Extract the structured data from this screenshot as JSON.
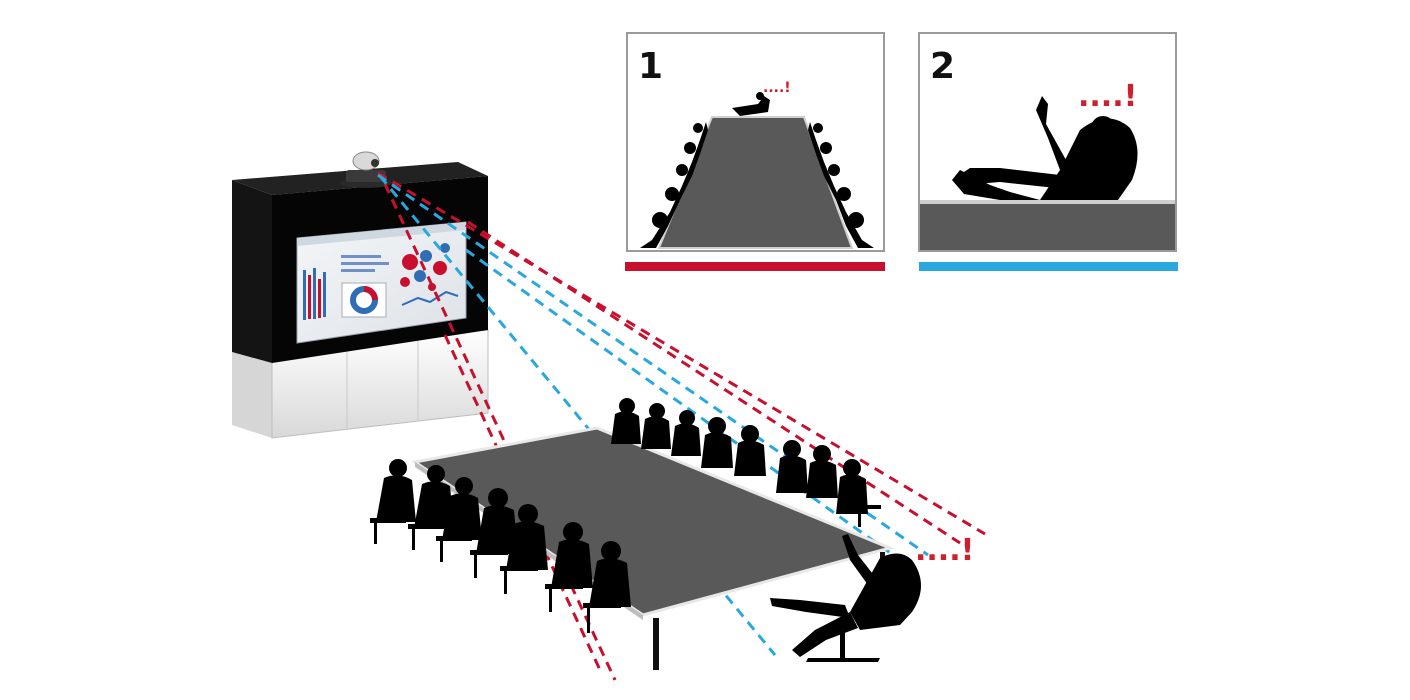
{
  "panels": [
    {
      "number": "1",
      "underline_color": "#c8102e",
      "callout": "....!"
    },
    {
      "number": "2",
      "underline_color": "#29a8e0",
      "callout": "....!"
    }
  ],
  "scene_callout": "....!",
  "colors": {
    "red_sightline": "#c8102e",
    "blue_sightline": "#29a8e0",
    "table_top": "#5a5a5a",
    "silhouette": "#000000",
    "cabinet_top": "#000000",
    "cabinet_base": "#eeeeee"
  },
  "icons": [
    "camera-icon",
    "display-screen",
    "conference-table",
    "audience-silhouettes",
    "reclining-person-icon"
  ]
}
